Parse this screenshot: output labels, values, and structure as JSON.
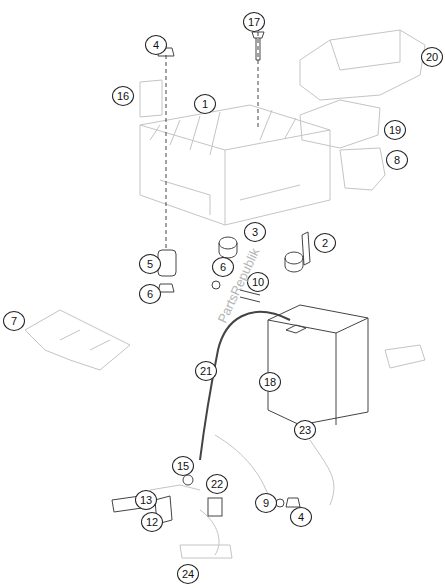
{
  "diagram": {
    "labels": [
      "4",
      "17",
      "20",
      "16",
      "1",
      "19",
      "8",
      "3",
      "2",
      "5",
      "6",
      "10",
      "7",
      "6",
      "21",
      "18",
      "23",
      "15",
      "13",
      "12",
      "22",
      "9",
      "4",
      "24",
      "PartsRepublik"
    ]
  }
}
